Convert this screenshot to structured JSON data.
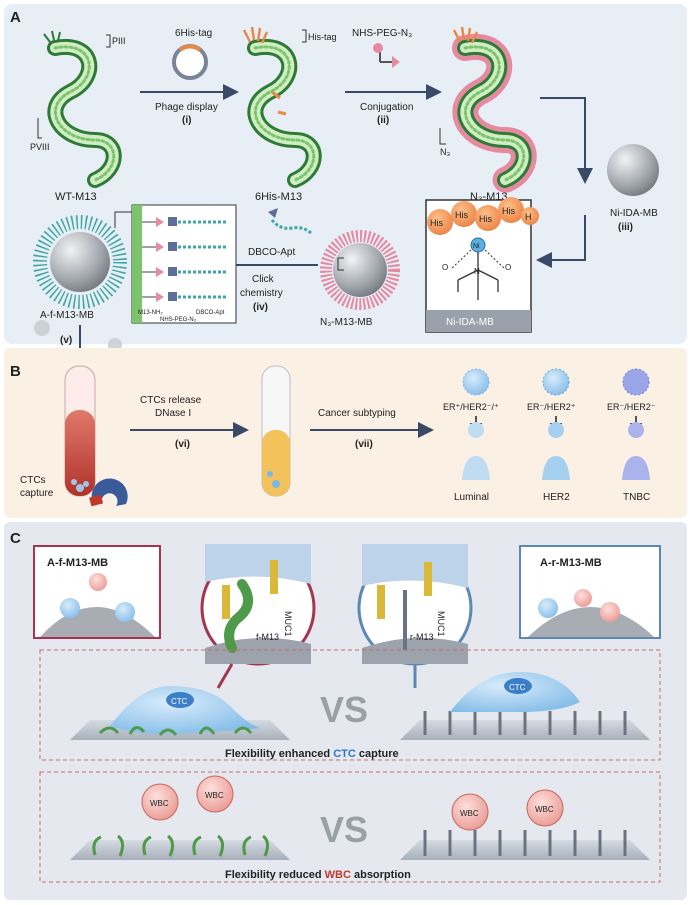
{
  "panelA": {
    "letter": "A",
    "piii": "PIII",
    "pviii": "PVIII",
    "his_tag": "His-tag",
    "wt": "WT-M13",
    "his6": "6His-M13",
    "n3": "N₃-M13",
    "n3_small": "N₃",
    "plasmid": "6His-tag",
    "step1": "Phage display",
    "step1_num": "(i)",
    "nhs": "NHS-PEG-N₃",
    "step2": "Conjugation",
    "step2_num": "(ii)",
    "nimb": "Ni-IDA-MB",
    "step3_num": "(iii)",
    "his": [
      "His",
      "His",
      "His",
      "His",
      "H"
    ],
    "ni": "Ni",
    "n_atom": "N",
    "o_atom": "O",
    "nimb_label": "Ni-IDA-MB",
    "n3mb": "N₃-M13-MB",
    "dbco": "DBCO-Apt",
    "click1": "Click",
    "click2": "chemistry",
    "step4_num": "(iv)",
    "m13nh": "M13-NH₂",
    "dbco_small": "DBCO-Apt",
    "nhs_small": "NHS-PEG-N₃",
    "afmb": "A-f-M13-MB",
    "step5_num": "(v)"
  },
  "panelB": {
    "letter": "B",
    "capture1": "CTCs",
    "capture2": "capture",
    "release1": "CTCs release",
    "release2": "DNase I",
    "step6_num": "(vi)",
    "subtyping": "Cancer subtyping",
    "step7_num": "(vii)",
    "er1": "ER⁺/HER2⁻/⁺",
    "er2": "ER⁻/HER2⁺",
    "er3": "ER⁻/HER2⁻",
    "luminal": "Luminal",
    "her2": "HER2",
    "tnbc": "TNBC"
  },
  "panelC": {
    "letter": "C",
    "afmb": "A-f-M13-MB",
    "armb": "A-r-M13-MB",
    "muc1a": "MUC1",
    "muc1b": "MUC1",
    "fm13": "f-M13",
    "rm13": "r-M13",
    "vs1": "VS",
    "vs2": "VS",
    "ctc1": "CTC",
    "ctc2": "CTC",
    "cap_pre": "Flexibility enhanced ",
    "cap_ctc": "CTC",
    "cap_post": " capture",
    "wbc": [
      "WBC",
      "WBC",
      "WBC",
      "WBC"
    ],
    "cap2_pre": "Flexibility reduced ",
    "cap2_wbc": "WBC",
    "cap2_post": " absorption"
  },
  "colors": {
    "panelA_bg": "#e7eef6",
    "panelB_bg": "#fbf0e4",
    "panelC_bg": "#e5e9ef",
    "phage_green": "#7cc36a",
    "his_orange": "#e8894a",
    "peg_pink": "#e58aa1",
    "bead_gray": "#9a9ea5",
    "ctc_blue": "#2a78c8",
    "wbc_red": "#c0392b",
    "arrow_navy": "#3a4a66"
  },
  "icons": [
    "plasmid-icon",
    "magnet-icon",
    "woman-silhouette-icon",
    "test-tube-icon",
    "bead-icon",
    "cell-icon"
  ]
}
